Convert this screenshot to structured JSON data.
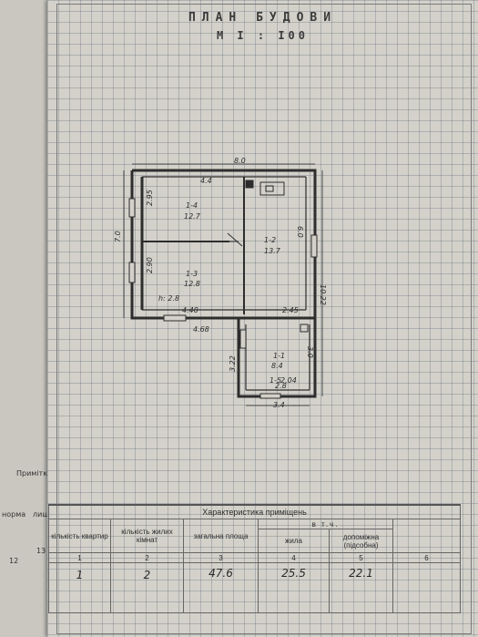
{
  "back_sheet": {
    "corner_text": "",
    "label_prymitka": "Примітка",
    "label_norma": "норма",
    "label_lyshok": "лишок",
    "num_12": "12",
    "num_13": "13"
  },
  "header": {
    "title": "ПЛАН БУДОВИ",
    "scale": "М І : І00"
  },
  "plan": {
    "overall_width": "8.0",
    "top_segment": "4.4",
    "left_height": "7.0",
    "right_height": "10.22",
    "inner_height_right": "6.0",
    "rooms": [
      {
        "number": "1-4",
        "area": "12.7"
      },
      {
        "number": "1-2",
        "area": "13.7"
      },
      {
        "number": "1-3",
        "area": "12.8"
      },
      {
        "number": "1-1",
        "area": "8.4"
      }
    ],
    "room_1_5": "1-5",
    "room_1_5_area": "2.04",
    "dims": {
      "d_295": "2.95",
      "d_290": "2.90",
      "d_440": "4.40",
      "d_468": "4.68",
      "d_245": "2.45",
      "d_30": "3.0",
      "d_322": "3.22",
      "d_28": "2.8",
      "d_34": "3.4"
    },
    "ceiling_height": "h: 2.8"
  },
  "table": {
    "caption": "Характеристика приміщень",
    "headers": {
      "col1": "кількість квартир",
      "col2": "кількість жилих кімнат",
      "col3": "загальна площа",
      "group": "в т.ч.",
      "col4": "жила",
      "col5": "допоміжна (підсобна)",
      "col6": ""
    },
    "numbers": [
      "1",
      "2",
      "3",
      "4",
      "5",
      "6"
    ],
    "values": [
      "1",
      "2",
      "47.6",
      "25.5",
      "22.1",
      ""
    ]
  }
}
